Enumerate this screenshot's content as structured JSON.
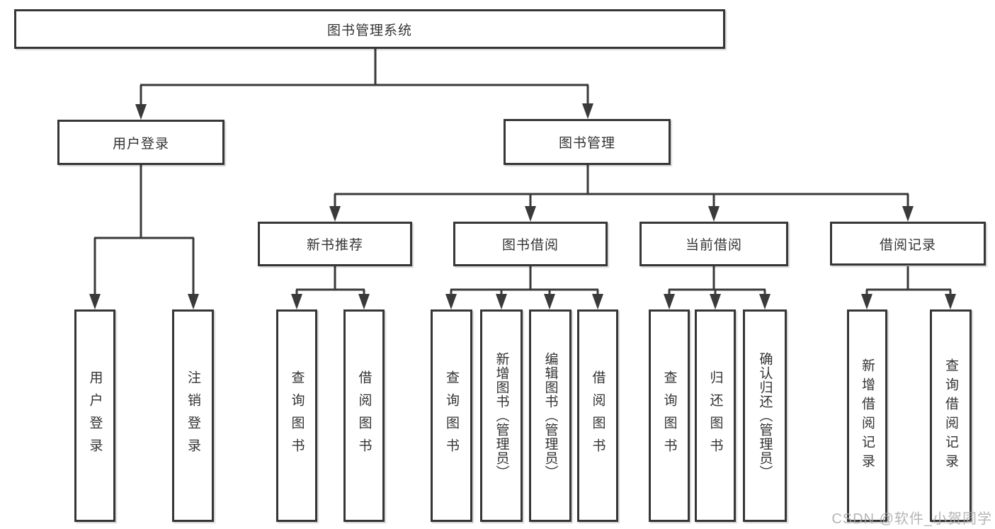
{
  "tree": {
    "root": "图书管理系统",
    "branches": [
      {
        "label": "用户登录",
        "children": [
          "用户登录",
          "注销登录"
        ]
      },
      {
        "label": "图书管理",
        "groups": [
          {
            "label": "新书推荐",
            "children": [
              "查询图书",
              "借阅图书"
            ]
          },
          {
            "label": "图书借阅",
            "children": [
              "查询图书",
              "新增图书（管理员）",
              "编辑图书（管理员）",
              "借阅图书"
            ]
          },
          {
            "label": "当前借阅",
            "children": [
              "查询图书",
              "归还图书",
              "确认归还（管理员）"
            ]
          },
          {
            "label": "借阅记录",
            "children": [
              "新增借阅记录",
              "查询借阅记录"
            ]
          }
        ]
      }
    ]
  },
  "watermark": "CSDN @软件_小贺同学",
  "colors": {
    "line": "#3a3a3a",
    "border": "#363636",
    "text": "#333333",
    "watermark": "#a9a9a9"
  }
}
